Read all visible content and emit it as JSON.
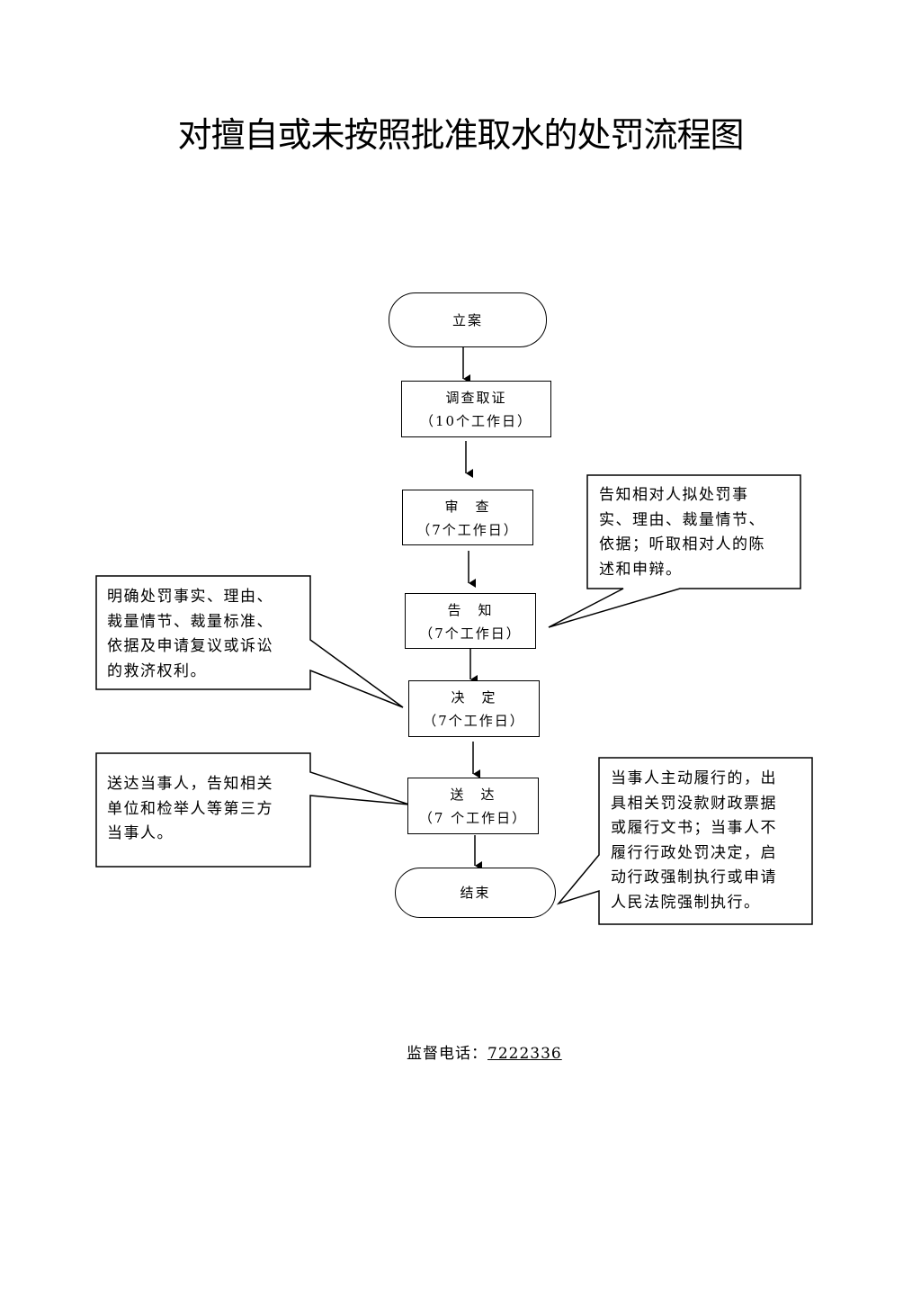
{
  "title": "对擅自或未按照批准取水的处罚流程图",
  "steps": {
    "start": "立案",
    "investigate": {
      "name": "调查取证",
      "duration": "（10个工作日）"
    },
    "review": {
      "name": "审　查",
      "duration": "（7个工作日）"
    },
    "notify": {
      "name": "告　知",
      "duration": "（7个工作日）"
    },
    "decide": {
      "name": "决　定",
      "duration": "（7个工作日）"
    },
    "deliver": {
      "name": "送　达",
      "duration": "（7 个工作日）"
    },
    "end": "结束"
  },
  "notes": {
    "notify": [
      "告知相对人拟处罚事",
      "实、理由、裁量情节、",
      "依据；听取相对人的陈",
      "述和申辩。"
    ],
    "decide": [
      "明确处罚事实、理由、",
      "裁量情节、裁量标准、",
      "依据及申请复议或诉讼",
      "的救济权利。"
    ],
    "deliver": [
      "送达当事人，告知相关",
      "单位和检举人等第三方",
      "当事人。"
    ],
    "end": [
      "当事人主动履行的，出",
      "具相关罚没款财政票据",
      "或履行文书；当事人不",
      "履行行政处罚决定，启",
      "动行政强制执行或申请",
      "人民法院强制执行。"
    ]
  },
  "footer": {
    "label": "监督电话：",
    "number": "7222336"
  }
}
